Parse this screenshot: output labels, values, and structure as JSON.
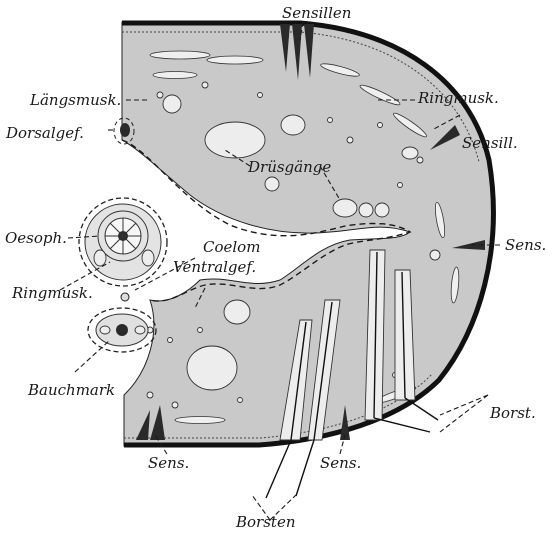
{
  "labels": {
    "sensillen": "Sensillen",
    "laengsmusk": "Längsmusk.",
    "ringmusk_right": "Ringmusk.",
    "sensill": "Sensill.",
    "dorsalgef": "Dorsalgef.",
    "druesgaenge": "Drüsgänge",
    "sens_right": "Sens.",
    "oesoph": "Oesoph.",
    "coelom": "Coelom",
    "ventralgef": "Ventralgef.",
    "ringmusk_left": "Ringmusk.",
    "bauchmark": "Bauchmark",
    "borst": "Borst.",
    "sens_bottom_left": "Sens.",
    "sens_bottom_mid": "Sens.",
    "borsten": "Borsten"
  }
}
